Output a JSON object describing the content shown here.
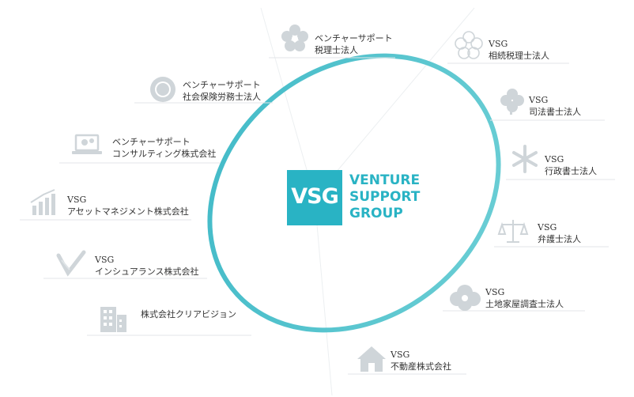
{
  "logo": {
    "mark": "VSG",
    "words": [
      "VENTURE",
      "SUPPORT",
      "GROUP"
    ],
    "color": "#29b3c4"
  },
  "ring_color": "#4fc1cc",
  "entities": [
    {
      "id": "zeirishi",
      "line1": "ベンチャーサポート",
      "line2": "税理士法人",
      "icon": "cherry-blossom-icon"
    },
    {
      "id": "sharoushi",
      "line1": "ベンチャーサポート",
      "line2": "社会保険労務士法人",
      "icon": "chrysanthemum-icon"
    },
    {
      "id": "consulting",
      "line1": "ベンチャーサポート",
      "line2": "コンサルティング株式会社",
      "icon": "laptop-gears-icon"
    },
    {
      "id": "asset",
      "line1": "VSG",
      "line2": "アセットマネジメント株式会社",
      "icon": "bar-chart-icon"
    },
    {
      "id": "insurance",
      "line1": "VSG",
      "line2": "インシュアランス株式会社",
      "icon": "checkmark-icon"
    },
    {
      "id": "clearvision",
      "line1": "",
      "line2": "株式会社クリアビジョン",
      "icon": "building-icon"
    },
    {
      "id": "souzoku",
      "line1": "VSG",
      "line2": "相続税理士法人",
      "icon": "cherry-blossom-icon"
    },
    {
      "id": "shihou",
      "line1": "VSG",
      "line2": "司法書士法人",
      "icon": "clover-icon"
    },
    {
      "id": "gyousei",
      "line1": "VSG",
      "line2": "行政書士法人",
      "icon": "snowflake-flower-icon"
    },
    {
      "id": "bengo",
      "line1": "VSG",
      "line2": "弁護士法人",
      "icon": "scales-icon"
    },
    {
      "id": "tochi",
      "line1": "VSG",
      "line2": "土地家屋調査士法人",
      "icon": "cloud-flower-icon"
    },
    {
      "id": "fudousan",
      "line1": "VSG",
      "line2": "不動産株式会社",
      "icon": "house-icon"
    }
  ]
}
